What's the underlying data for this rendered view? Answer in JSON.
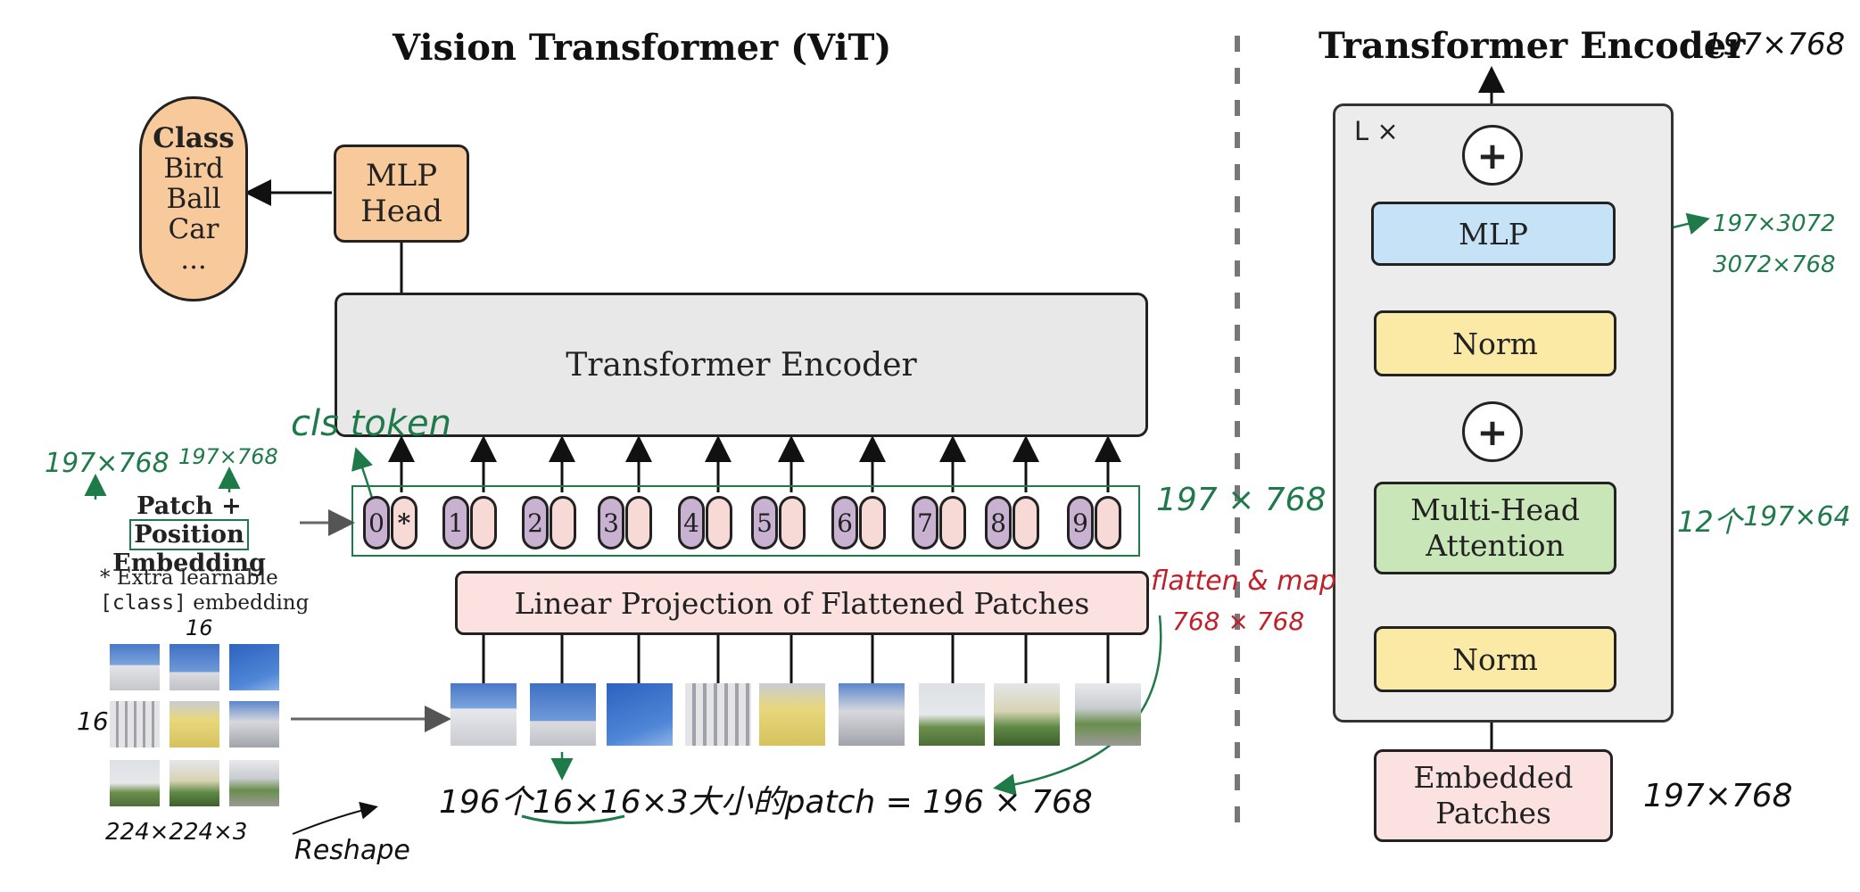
{
  "left_title": "Vision Transformer (ViT)",
  "right_title": "Transformer Encoder",
  "class_box": {
    "title": "Class",
    "items": [
      "Bird",
      "Ball",
      "Car",
      "..."
    ]
  },
  "mlp_head": {
    "line1": "MLP",
    "line2": "Head"
  },
  "transformer_encoder_block": "Transformer Encoder",
  "embedding_label": {
    "patch": "Patch +",
    "position": "Position",
    "embedding": "Embedding"
  },
  "extra_note": {
    "line1": "* Extra learnable",
    "line2_mono": "[class]",
    "line2_rest": " embedding"
  },
  "tokens": [
    "0",
    "1",
    "2",
    "3",
    "4",
    "5",
    "6",
    "7",
    "8",
    "9"
  ],
  "cls_star": "*",
  "linear_projection": "Linear Projection of Flattened Patches",
  "encoder_detail": {
    "repeat": "L ×",
    "plus": "+",
    "mlp": "MLP",
    "norm_top": "Norm",
    "mha_line1": "Multi-Head",
    "mha_line2": "Attention",
    "norm_bottom": "Norm",
    "embedded_line1": "Embedded",
    "embedded_line2": "Patches"
  },
  "annotations": {
    "cls_token": "cls token",
    "dim_197_768_a": "197×768",
    "dim_197_768_b": "197×768",
    "dim_197_768_tokens": "197 × 768",
    "flatten_map": "flatten & map",
    "proj_dims": "768 × 768",
    "patch_16_top": "16",
    "patch_16_side": "16",
    "image_dims": "224×224×3",
    "reshape": "Reshape",
    "patch_count": "196个",
    "patch_size": "16×16×3",
    "patch_desc": "大小的patch = 196 × 768",
    "right_title_dims": "197×768",
    "mlp_dims_1": "197×3072",
    "mlp_dims_2": "3072×768",
    "mha_heads": "12个",
    "mha_dims": "197×64",
    "embedded_dims": "197×768"
  },
  "colors": {
    "class_box": "#f8c99a",
    "mlp_head": "#f8c99a",
    "encoder_block": "#e8e8e8",
    "token_id": "#c9b2d1",
    "token_emb": "#f7d9d6",
    "linear_proj": "#fbe2e0",
    "mlp_detail": "#c6e2f7",
    "norm": "#fbeaa6",
    "mha": "#c8e6b8",
    "embedded": "#fbe2e0",
    "annotation_green": "#1f7a4a",
    "annotation_red": "#c0202a"
  },
  "icons": [
    "right-arrow",
    "up-arrow",
    "left-arrow",
    "plus-circle"
  ]
}
